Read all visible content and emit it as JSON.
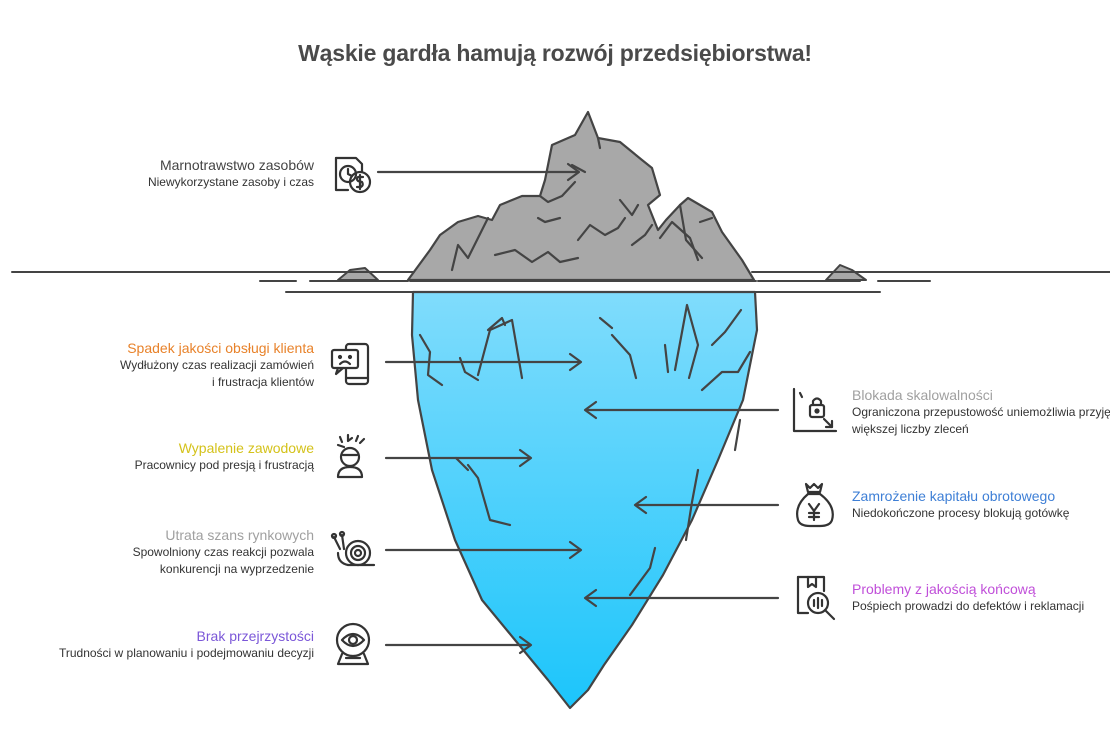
{
  "title": "Wąskie gardła hamują rozwój przedsiębiorstwa!",
  "colors": {
    "water_top": "#7FDDFC",
    "water_bottom": "#1EC6FB",
    "rock": "#A8A8A8",
    "line": "#444444"
  },
  "left_items": [
    {
      "title": "Marnotrawstwo zasobów",
      "desc": "Niewykorzystane zasoby i czas",
      "color": "#444444",
      "icon": "clock-dollar-icon"
    },
    {
      "title": "Spadek jakości obsługi klienta",
      "desc": "Wydłużony czas realizacji zamówień\ni frustracja klientów",
      "color": "#E8822A",
      "icon": "sad-phone-icon"
    },
    {
      "title": "Wypalenie zawodowe",
      "desc": "Pracownicy pod presją i frustracją",
      "color": "#D4C21A",
      "icon": "stressed-person-icon"
    },
    {
      "title": "Utrata szans rynkowych",
      "desc": "Spowolniony czas reakcji pozwala\nkonkurencji na wyprzedzenie",
      "color": "#A0A0A0",
      "icon": "snail-icon"
    },
    {
      "title": "Brak przejrzystości",
      "desc": "Trudności w planowaniu i podejmowaniu decyzji",
      "color": "#7B57D8",
      "icon": "crystal-ball-icon"
    }
  ],
  "right_items": [
    {
      "title": "Blokada skalowalności",
      "desc": "Ograniczona przepustowość uniemożliwia przyjęcie\nwiększej liczby zleceń",
      "color": "#A0A0A0",
      "icon": "locked-chart-icon"
    },
    {
      "title": "Zamrożenie kapitału obrotowego",
      "desc": "Niedokończone procesy blokują gotówkę",
      "color": "#3E7FD6",
      "icon": "money-bag-icon"
    },
    {
      "title": "Problemy z jakością końcową",
      "desc": "Pośpiech prowadzi do defektów i reklamacji",
      "color": "#C04FD9",
      "icon": "quality-inspect-icon"
    }
  ]
}
